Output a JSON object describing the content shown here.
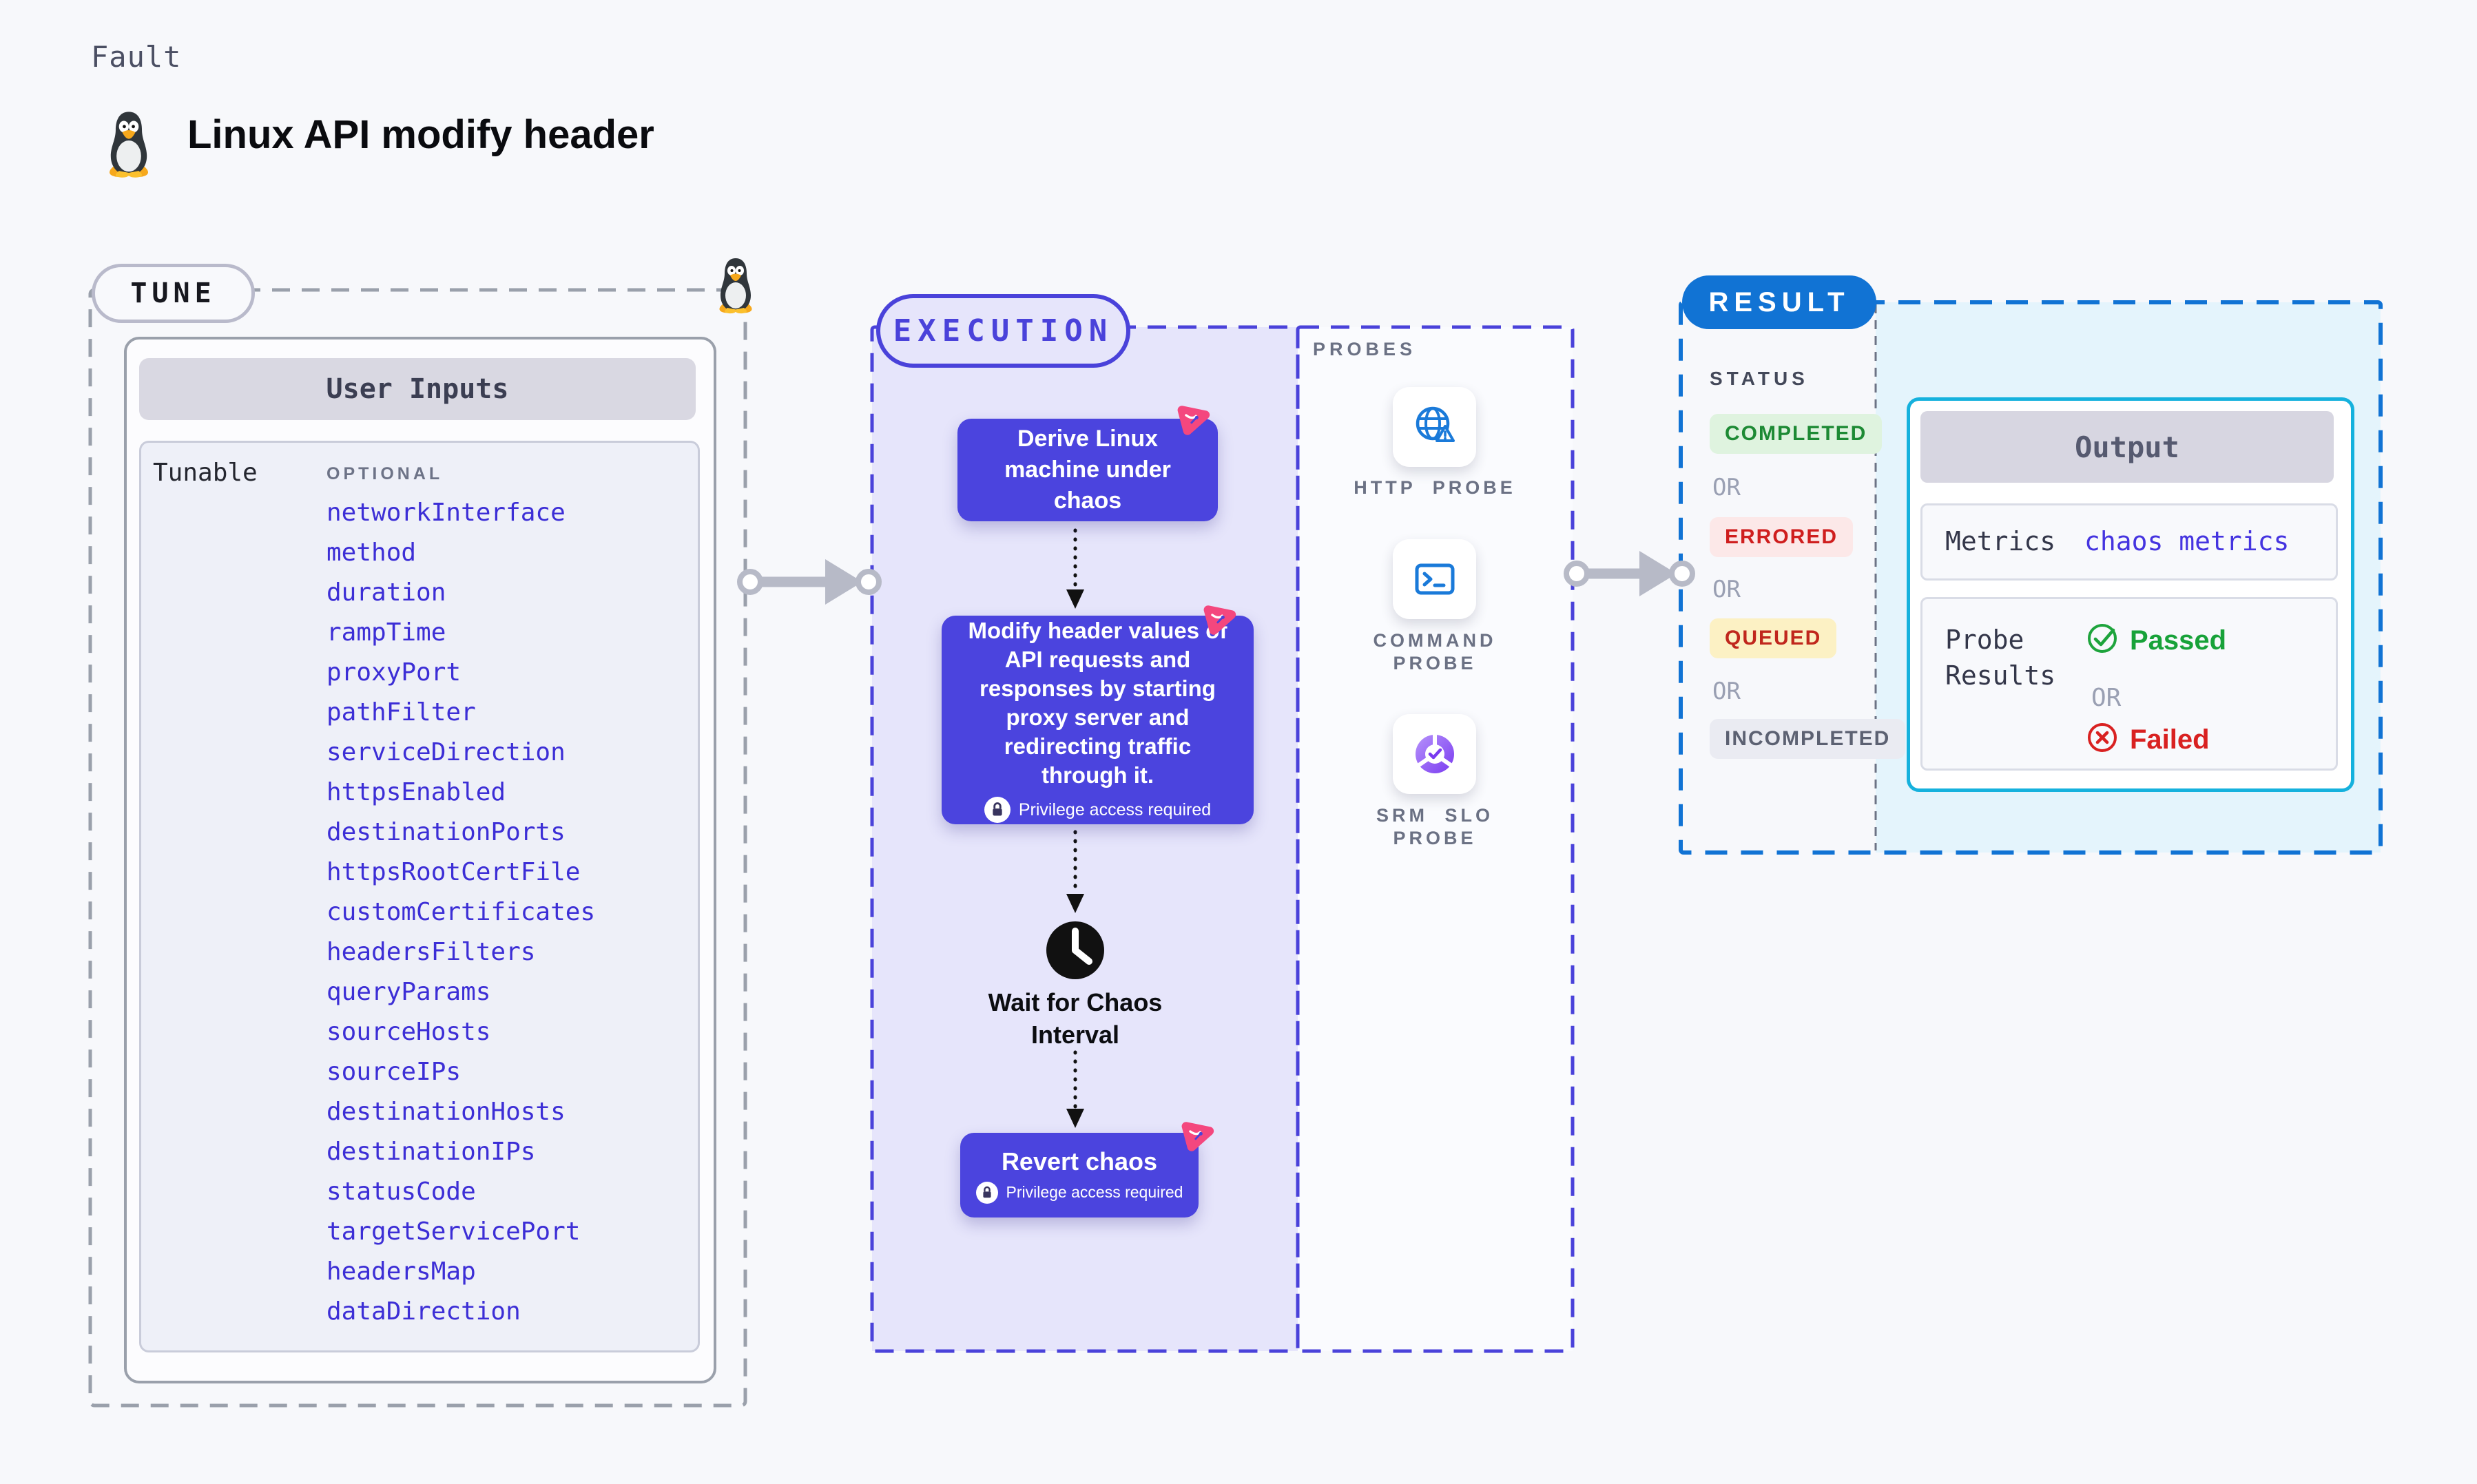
{
  "page": {
    "kicker": "Fault",
    "title": "Linux API modify header"
  },
  "tune": {
    "label": "TUNE",
    "table_header": "User Inputs",
    "row_label": "Tunable",
    "optional_label": "OPTIONAL",
    "tunables": [
      "networkInterface",
      "method",
      "duration",
      "rampTime",
      "proxyPort",
      "pathFilter",
      "serviceDirection",
      "httpsEnabled",
      "destinationPorts",
      "httpsRootCertFile",
      "customCertificates",
      "headersFilters",
      "queryParams",
      "sourceHosts",
      "sourceIPs",
      "destinationHosts",
      "destinationIPs",
      "statusCode",
      "targetServicePort",
      "headersMap",
      "dataDirection"
    ]
  },
  "execution": {
    "label": "EXECUTION",
    "derive_step": "Derive Linux machine under chaos",
    "modify_step": "Modify header values of API requests and responses by starting proxy server and redirecting traffic through it.",
    "wait_step": "Wait for Chaos Interval",
    "revert_step": "Revert chaos",
    "privilege_note": "Privilege access required"
  },
  "probes": {
    "label": "PROBES",
    "items": [
      {
        "label": "HTTP PROBE",
        "icon": "http-probe-icon"
      },
      {
        "label": "COMMAND PROBE",
        "icon": "command-probe-icon"
      },
      {
        "label": "SRM SLO PROBE",
        "icon": "srm-slo-probe-icon"
      }
    ]
  },
  "result": {
    "label": "RESULT",
    "status_label": "STATUS",
    "or_label": "OR",
    "statuses": [
      {
        "label": "COMPLETED",
        "fg": "#1d8a34",
        "bg": "#dff3df"
      },
      {
        "label": "ERRORED",
        "fg": "#cf1e1e",
        "bg": "#fce8e8"
      },
      {
        "label": "QUEUED",
        "fg": "#c0271d",
        "bg": "#fcf1c4"
      },
      {
        "label": "INCOMPLETED",
        "fg": "#5c6172",
        "bg": "#eaebf2"
      }
    ],
    "output": {
      "header": "Output",
      "metrics_label": "Metrics",
      "metrics_value": "chaos metrics",
      "probe_results_label": "Probe Results",
      "passed_label": "Passed",
      "failed_label": "Failed"
    }
  },
  "colors": {
    "accent_indigo": "#4a42da",
    "flow_box_indigo": "#4b44de",
    "chaos_pink": "#f4477e",
    "result_blue": "#1173d4",
    "output_border_cyan": "#15b1dd",
    "output_bg_cyan": "#e4f4fc",
    "tunable_link_blue": "#3c2ed6",
    "probe_icon_blue": "#1a7ad9",
    "passed_green": "#18a239",
    "failed_red": "#d92121"
  }
}
